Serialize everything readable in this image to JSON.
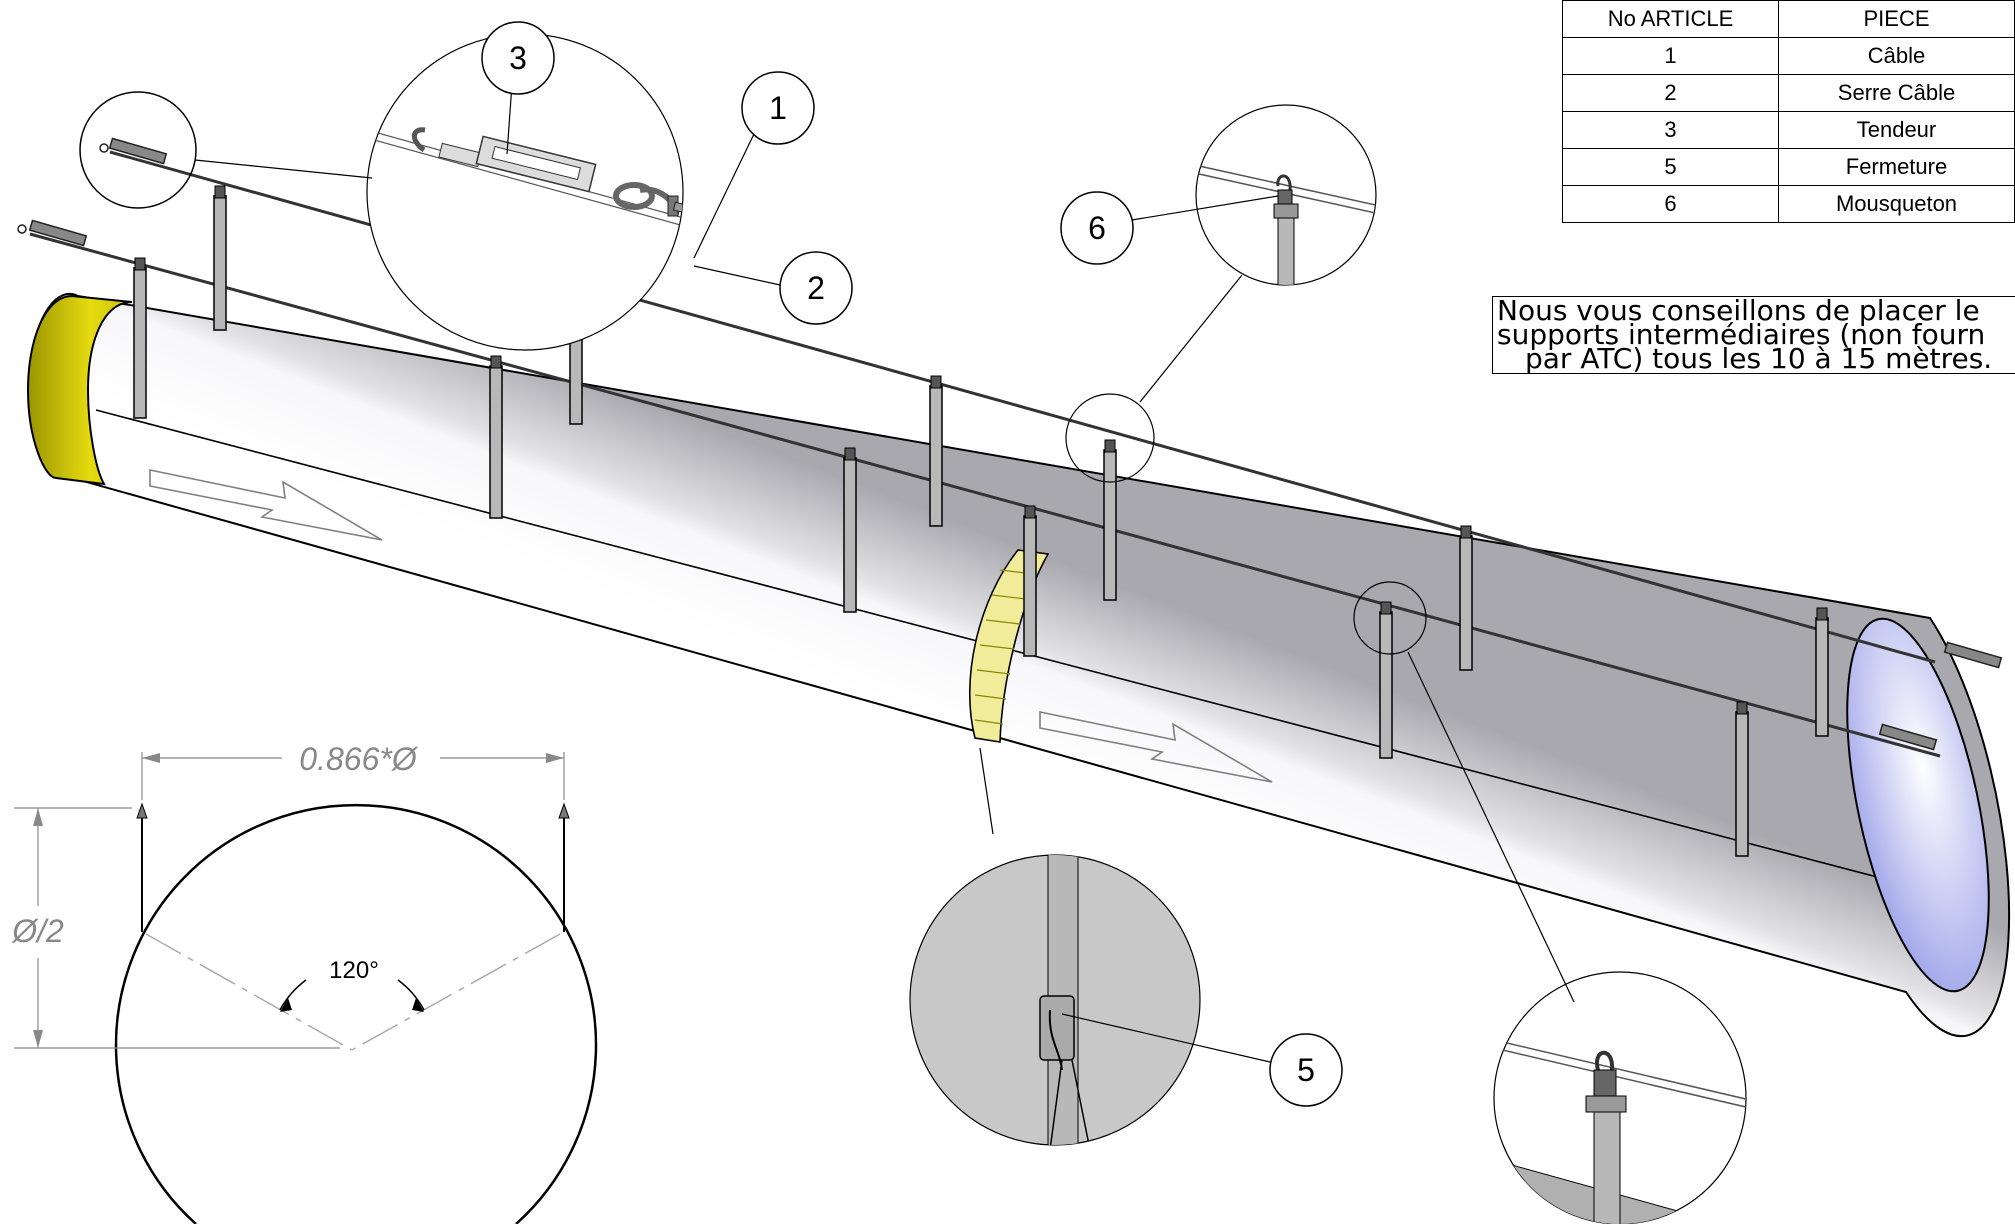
{
  "bom": {
    "headers": [
      "No ARTICLE",
      "PIECE"
    ],
    "rows": [
      {
        "no": "1",
        "piece": "Câble"
      },
      {
        "no": "2",
        "piece": "Serre Câble"
      },
      {
        "no": "3",
        "piece": "Tendeur"
      },
      {
        "no": "5",
        "piece": "Fermeture"
      },
      {
        "no": "6",
        "piece": "Mousqueton"
      }
    ]
  },
  "note": {
    "line1": "Nous vous conseillons de placer le",
    "line2": "supports intermédiaires (non fourn",
    "line3": "par ATC) tous les 10 à 15 mètres."
  },
  "balloons": {
    "b1": "1",
    "b2": "2",
    "b3": "3",
    "b5": "5",
    "b6": "6"
  },
  "dimensions": {
    "width": "0.866*Ø",
    "height": "Ø/2",
    "angle": "120°"
  },
  "colors": {
    "duct_body": "#e4e4e8",
    "duct_end_cap": "#d8d000",
    "zipper_band": "#f0ec9a",
    "duct_end_right": "#b8bcf0",
    "detail_fill": "#c8c8c8",
    "line": "#000000"
  }
}
